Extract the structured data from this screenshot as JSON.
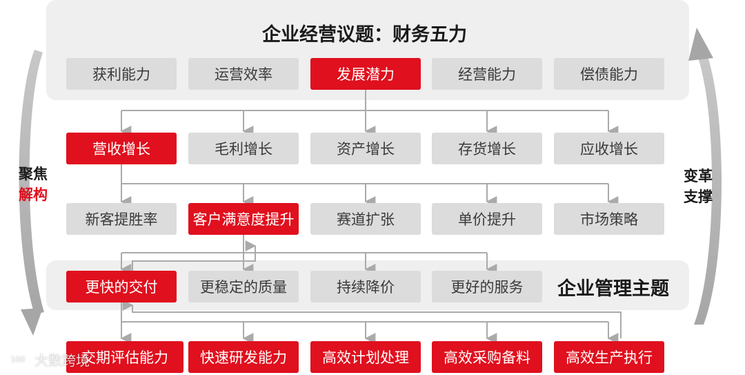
{
  "top_title": "企业经营议题：财务五力",
  "bottom_title": "企业管理主题",
  "left_label": {
    "line1": "聚焦",
    "line2": "解构"
  },
  "right_label": {
    "line1": "变革",
    "line2": "支撑"
  },
  "row1": [
    "获利能力",
    "运营效率",
    "发展潜力",
    "经营能力",
    "偿债能力"
  ],
  "row2": [
    "营收增长",
    "毛利增长",
    "资产增长",
    "存货增长",
    "应收增长"
  ],
  "row3": [
    "新客提胜率",
    "客户满意度提升",
    "赛道扩张",
    "单价提升",
    "市场策略"
  ],
  "row4": [
    "更快的交付",
    "更稳定的质量",
    "持续降价",
    "更好的服务"
  ],
  "row5": [
    "交期评估能力",
    "快速研发能力",
    "高效计划处理",
    "高效采购备料",
    "高效生产执行"
  ],
  "watermark": {
    "logo": "100",
    "text": "大数跨境"
  },
  "colors": {
    "accent_red": "#e0101e",
    "box_gray": "#dcdcdc",
    "panel_gray": "#efefef",
    "arrow_gray": "#aaaaaa"
  }
}
